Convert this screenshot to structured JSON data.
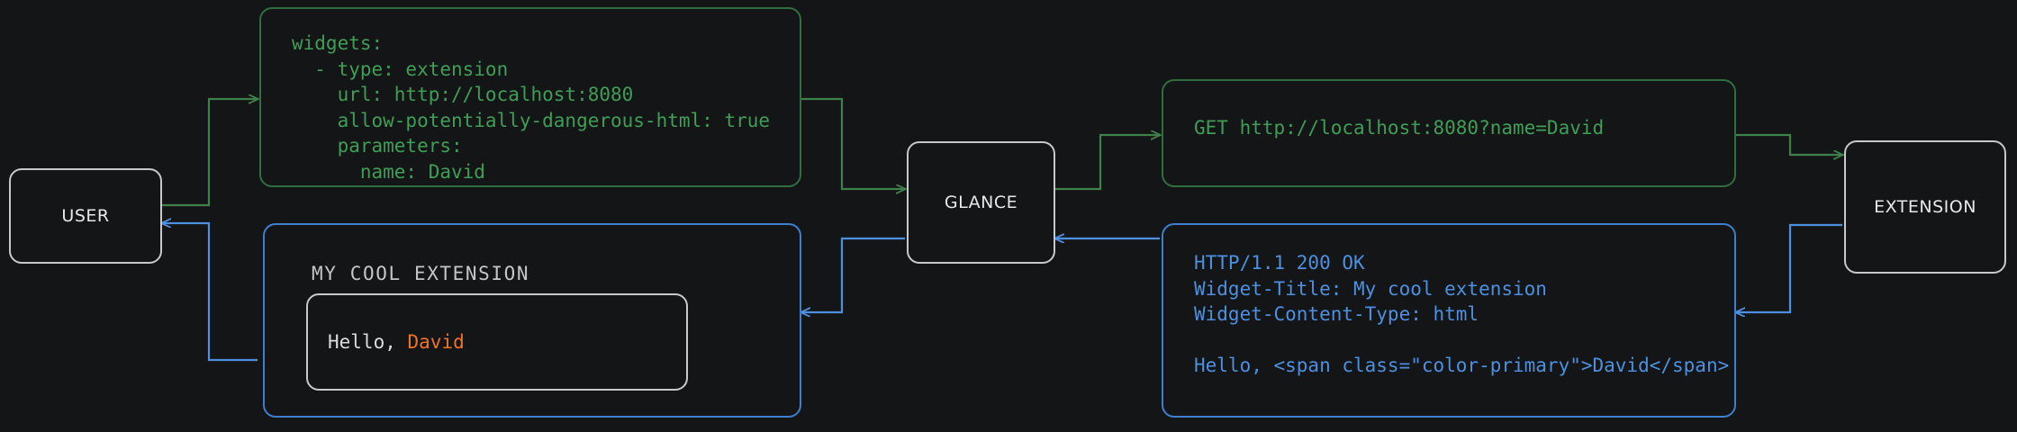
{
  "diagram": {
    "type": "flowchart",
    "background": "#141517",
    "colors": {
      "node_border": "#c8c8c8",
      "node_text": "#e8e8e8",
      "request_green": "#3f9e56",
      "request_border": "#2f6f3e",
      "response_blue": "#4d90e0",
      "response_border": "#3f7fcf",
      "accent_orange": "#f07225"
    },
    "nodes": {
      "user": "USER",
      "glance": "GLANCE",
      "extension": "EXTENSION"
    },
    "yaml_config": {
      "lines": [
        "widgets:",
        "  - type: extension",
        "    url: http://localhost:8080",
        "    allow-potentially-dangerous-html: true",
        "    parameters:",
        "      name: David"
      ]
    },
    "http_request": {
      "lines": [
        "GET http://localhost:8080?name=David"
      ]
    },
    "http_response": {
      "lines": [
        "HTTP/1.1 200 OK",
        "Widget-Title: My cool extension",
        "Widget-Content-Type: html",
        "",
        "Hello, <span class=\"color-primary\">David</span>"
      ]
    },
    "rendered_widget": {
      "title": "MY COOL EXTENSION",
      "body_prefix": "Hello, ",
      "body_name": "David"
    }
  }
}
